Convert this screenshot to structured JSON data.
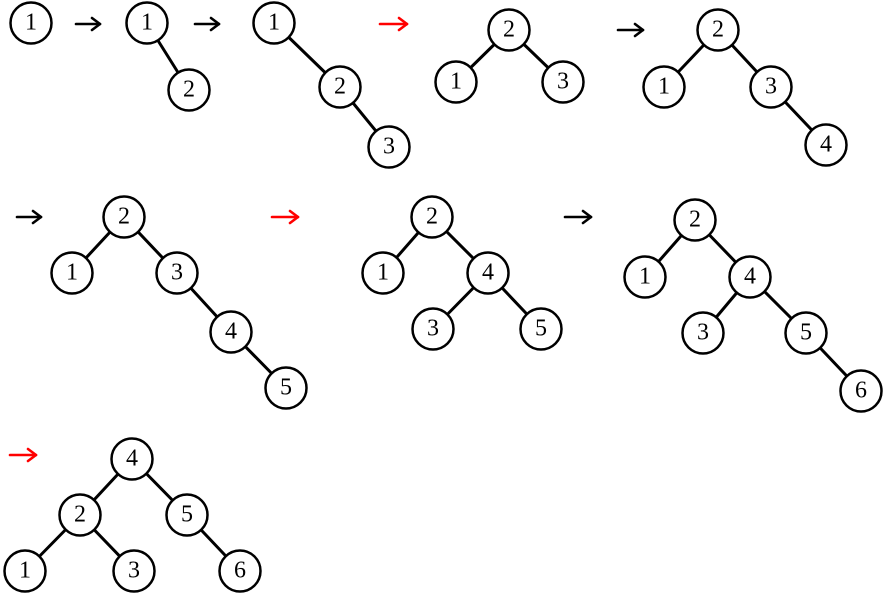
{
  "colors": {
    "normal_arrow": "#000000",
    "rotation_arrow": "#ff0000",
    "node_fill": "#ffffff",
    "node_stroke": "#000000"
  },
  "steps": [
    {
      "arrow_before": null,
      "nodes": [
        {
          "label": "1"
        }
      ],
      "edges": []
    },
    {
      "arrow_before": "normal",
      "nodes": [
        {
          "label": "1"
        },
        {
          "label": "2"
        }
      ],
      "edges": [
        [
          "1",
          "2"
        ]
      ]
    },
    {
      "arrow_before": "normal",
      "nodes": [
        {
          "label": "1"
        },
        {
          "label": "2"
        },
        {
          "label": "3"
        }
      ],
      "edges": [
        [
          "1",
          "2"
        ],
        [
          "2",
          "3"
        ]
      ]
    },
    {
      "arrow_before": "rotation",
      "nodes": [
        {
          "label": "2"
        },
        {
          "label": "1"
        },
        {
          "label": "3"
        }
      ],
      "edges": [
        [
          "2",
          "1"
        ],
        [
          "2",
          "3"
        ]
      ]
    },
    {
      "arrow_before": "normal",
      "nodes": [
        {
          "label": "2"
        },
        {
          "label": "1"
        },
        {
          "label": "3"
        },
        {
          "label": "4"
        }
      ],
      "edges": [
        [
          "2",
          "1"
        ],
        [
          "2",
          "3"
        ],
        [
          "3",
          "4"
        ]
      ]
    },
    {
      "arrow_before": "normal",
      "nodes": [
        {
          "label": "2"
        },
        {
          "label": "1"
        },
        {
          "label": "3"
        },
        {
          "label": "4"
        },
        {
          "label": "5"
        }
      ],
      "edges": [
        [
          "2",
          "1"
        ],
        [
          "2",
          "3"
        ],
        [
          "3",
          "4"
        ],
        [
          "4",
          "5"
        ]
      ]
    },
    {
      "arrow_before": "rotation",
      "nodes": [
        {
          "label": "2"
        },
        {
          "label": "1"
        },
        {
          "label": "4"
        },
        {
          "label": "3"
        },
        {
          "label": "5"
        }
      ],
      "edges": [
        [
          "2",
          "1"
        ],
        [
          "2",
          "4"
        ],
        [
          "4",
          "3"
        ],
        [
          "4",
          "5"
        ]
      ]
    },
    {
      "arrow_before": "normal",
      "nodes": [
        {
          "label": "2"
        },
        {
          "label": "1"
        },
        {
          "label": "4"
        },
        {
          "label": "3"
        },
        {
          "label": "5"
        },
        {
          "label": "6"
        }
      ],
      "edges": [
        [
          "2",
          "1"
        ],
        [
          "2",
          "4"
        ],
        [
          "4",
          "3"
        ],
        [
          "4",
          "5"
        ],
        [
          "5",
          "6"
        ]
      ]
    },
    {
      "arrow_before": "rotation",
      "nodes": [
        {
          "label": "4"
        },
        {
          "label": "2"
        },
        {
          "label": "5"
        },
        {
          "label": "1"
        },
        {
          "label": "3"
        },
        {
          "label": "6"
        }
      ],
      "edges": [
        [
          "4",
          "2"
        ],
        [
          "4",
          "5"
        ],
        [
          "2",
          "1"
        ],
        [
          "2",
          "3"
        ],
        [
          "5",
          "6"
        ]
      ]
    }
  ]
}
